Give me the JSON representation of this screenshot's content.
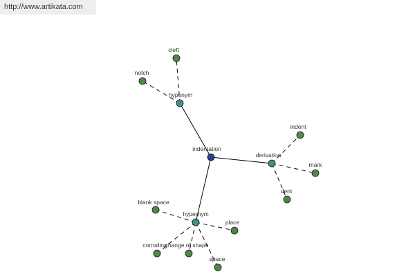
{
  "banner": {
    "url": "http://www.artikata.com"
  },
  "colors": {
    "root": "#2a3f8f",
    "relation": "#3f8f8a",
    "leaf": "#4a8a42",
    "stroke": "#1a1a1a"
  },
  "graph": {
    "root": {
      "id": "indentation",
      "label": "indentation"
    },
    "relations": [
      {
        "id": "hyponym",
        "label": "hyponym",
        "children": [
          {
            "id": "cleft",
            "label": "cleft"
          },
          {
            "id": "notch",
            "label": "notch"
          }
        ]
      },
      {
        "id": "derivation",
        "label": "derivation",
        "children": [
          {
            "id": "indent",
            "label": "indent"
          },
          {
            "id": "mark",
            "label": "mark"
          },
          {
            "id": "dent",
            "label": "dent"
          }
        ]
      },
      {
        "id": "hypernym",
        "label": "hypernym",
        "children": [
          {
            "id": "blank-space",
            "label": "blank space"
          },
          {
            "id": "place",
            "label": "place"
          },
          {
            "id": "corroding",
            "label": "corroding"
          },
          {
            "id": "change-of-shape",
            "label": "change of shape"
          },
          {
            "id": "space",
            "label": "space"
          }
        ]
      }
    ]
  }
}
